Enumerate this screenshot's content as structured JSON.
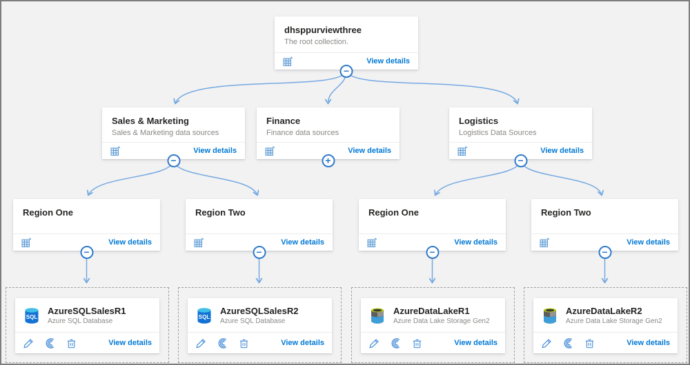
{
  "labels": {
    "view_details": "View details"
  },
  "colors": {
    "accent": "#0078d4",
    "connector": "#74a9e0",
    "toggle_ring": "#2f7ac9"
  },
  "root": {
    "title": "dhsppurviewthree",
    "subtitle": "The root collection.",
    "toggle_glyph": "−"
  },
  "collections": [
    {
      "title": "Sales & Marketing",
      "subtitle": "Sales & Marketing data sources",
      "toggle_glyph": "−"
    },
    {
      "title": "Finance",
      "subtitle": "Finance data sources",
      "toggle_glyph": "+"
    },
    {
      "title": "Logistics",
      "subtitle": "Logistics Data Sources",
      "toggle_glyph": "−"
    }
  ],
  "regions": [
    {
      "title": "Region One",
      "toggle_glyph": "−"
    },
    {
      "title": "Region Two",
      "toggle_glyph": "−"
    },
    {
      "title": "Region One",
      "toggle_glyph": "−"
    },
    {
      "title": "Region Two",
      "toggle_glyph": "−"
    }
  ],
  "sources": [
    {
      "name": "AzureSQLSalesR1",
      "type": "Azure SQL Database",
      "icon": "sql-database"
    },
    {
      "name": "AzureSQLSalesR2",
      "type": "Azure SQL Database",
      "icon": "sql-database"
    },
    {
      "name": "AzureDataLakeR1",
      "type": "Azure Data Lake Storage Gen2",
      "icon": "data-lake-storage-gen2"
    },
    {
      "name": "AzureDataLakeR2",
      "type": "Azure Data Lake Storage Gen2",
      "icon": "data-lake-storage-gen2"
    }
  ]
}
